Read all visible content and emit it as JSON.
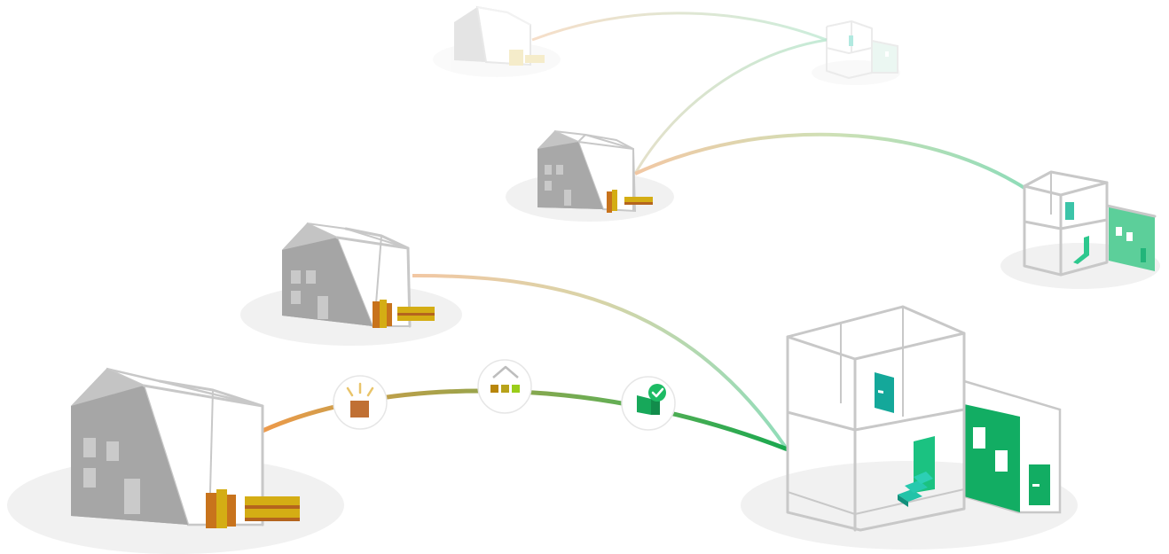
{
  "scene": {
    "description_free": true,
    "colors": {
      "background": "#ffffff",
      "ground": "#f0f0f0",
      "old_house_dark": "#a6a6a6",
      "old_house_roof": "#c4c4c4",
      "wireframe": "#c8c8c8",
      "material_orange": "#c8731c",
      "material_gold": "#d4ad14",
      "material_brown": "#b4641e",
      "path_start": "#ee9a4a",
      "path_mid": "#a6a24a",
      "path_end": "#1aa84f",
      "new_green": "#12ad63",
      "new_teal": "#14a89a",
      "stair_teal": "#22c3a8"
    },
    "path_nodes": [
      {
        "name": "raw-material-node",
        "icon": "sparkling-block-icon",
        "color": "#c07034"
      },
      {
        "name": "assembly-node",
        "icon": "roof-over-blocks-icon",
        "color": "#b8a31a"
      },
      {
        "name": "verified-node",
        "icon": "checkmark-badge-icon",
        "color": "#1aa35a"
      }
    ]
  }
}
